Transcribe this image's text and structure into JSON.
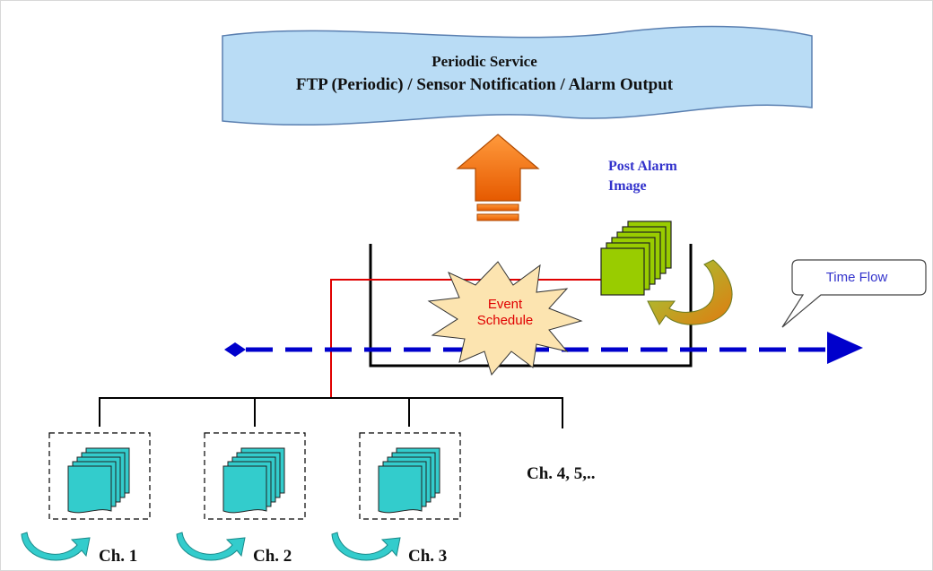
{
  "banner": {
    "line1": "Periodic Service",
    "line2": "FTP (Periodic) / Sensor Notification / Alarm Output"
  },
  "post_alarm": {
    "line1": "Post Alarm",
    "line2": "Image"
  },
  "event": {
    "line1": "Event",
    "line2": "Schedule"
  },
  "time_flow": "Time Flow",
  "channels": {
    "ch1": "Ch. 1",
    "ch2": "Ch. 2",
    "ch3": "Ch. 3",
    "more": "Ch. 4, 5,.."
  },
  "colors": {
    "banner_fill": "#b9dcf5",
    "arrow_orange": "#ff6a00",
    "time_flow_blue": "#0000cc",
    "event_red": "#e00000",
    "image_green": "#99cc00",
    "channel_teal": "#33cccc",
    "label_blue": "#3333cc"
  }
}
